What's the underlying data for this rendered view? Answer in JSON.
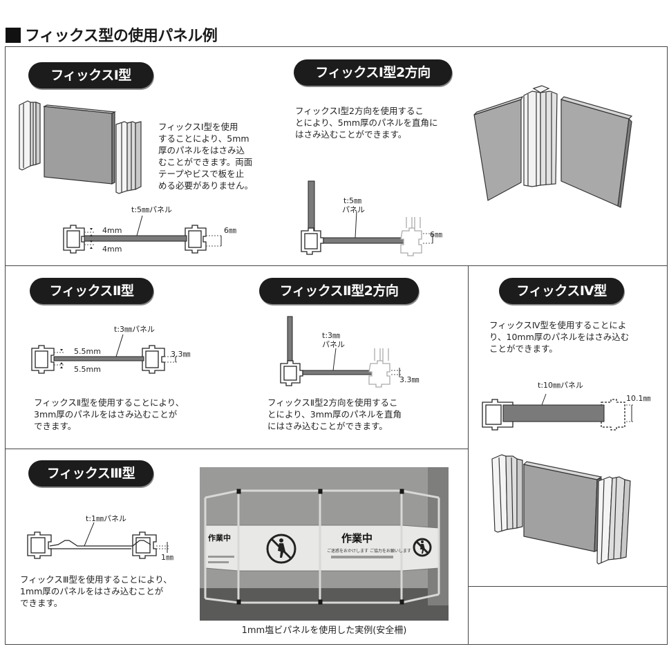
{
  "page_title": "フィックス型の使用パネル例",
  "sections": {
    "fix1": {
      "badge": "フィックスⅠ型",
      "description_lines": [
        "フィックスⅠ型を使用",
        "することにより、5mm",
        "厚のパネルをはさみ込",
        "むことができます。両面",
        "テープやビスで板を止",
        "める必要がありません。"
      ],
      "panel_label": "t:5㎜パネル",
      "dim_top": "4mm",
      "dim_bottom": "4mm",
      "dim_right": "6㎜"
    },
    "fix1_2way": {
      "badge": "フィックスⅠ型2方向",
      "description_lines": [
        "フィックスⅠ型2方向を使用するこ",
        "とにより、5mm厚のパネルを直角に",
        "はさみ込むことができます。"
      ],
      "panel_label_1": "t:5㎜",
      "panel_label_2": "パネル",
      "dim_right": "6㎜"
    },
    "fix2": {
      "badge": "フィックスⅡ型",
      "panel_label": "t:3㎜パネル",
      "dim_top": "5.5mm",
      "dim_bottom": "5.5mm",
      "dim_right": "3.3㎜",
      "description_lines": [
        "フィックスⅡ型を使用することにより、",
        "3mm厚のパネルをはさみ込むことが",
        "できます。"
      ]
    },
    "fix2_2way": {
      "badge": "フィックスⅡ型2方向",
      "panel_label_1": "t:3㎜",
      "panel_label_2": "パネル",
      "dim_right": "3.3㎜",
      "description_lines": [
        "フィックスⅡ型2方向を使用するこ",
        "とにより、3mm厚のパネルを直角",
        "にはさみ込むことができます。"
      ]
    },
    "fix4": {
      "badge": "フィックスⅣ型",
      "description_lines": [
        "フィックスⅣ型を使用することによ",
        "り、10mm厚のパネルをはさみ込む",
        "ことができます。"
      ],
      "panel_label": "t:10㎜パネル",
      "dim_right": "10.1㎜"
    },
    "fix3": {
      "badge": "フィックスⅢ型",
      "panel_label": "t:1㎜パネル",
      "dim_right": "1㎜",
      "description_lines": [
        "フィックスⅢ型を使用することにより、",
        "1mm厚のパネルをはさみ込むことが",
        "できます。"
      ]
    },
    "photo": {
      "sign_main": "作業中",
      "sign_left": "作業中",
      "sign_sub": "ご迷惑をおかけします ご協力をお願いします",
      "caption": "1mm塩ビパネルを使用した実例(安全柵)"
    }
  },
  "colors": {
    "badge_bg": "#1c1c1c",
    "panel_gray": "#7a7a7a",
    "frame_line": "#444444"
  }
}
